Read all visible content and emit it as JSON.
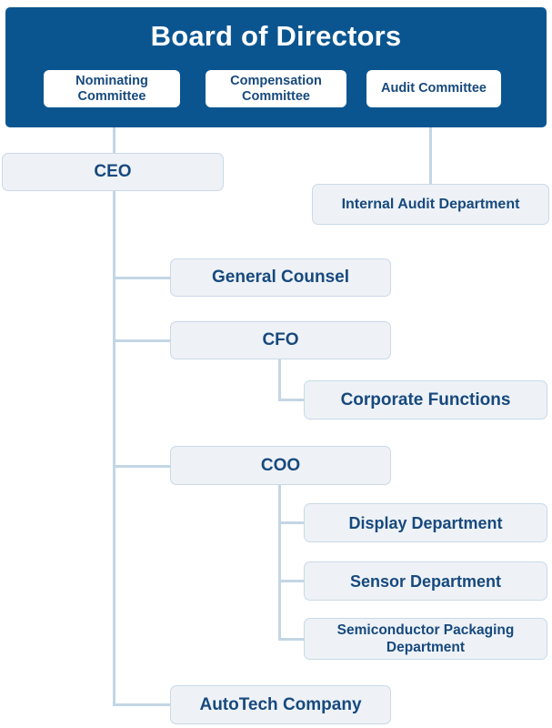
{
  "chart": {
    "type": "org-chart",
    "title": "Board of Directors",
    "colors": {
      "header_background": "#0a5590",
      "header_text": "#ffffff",
      "node_background": "#eef2f7",
      "node_border": "#c9d9e7",
      "node_text": "#17497d",
      "connector": "#c3d6e5",
      "page_background": "#ffffff"
    },
    "board": {
      "title": "Board of Directors",
      "committees": [
        {
          "label": "Nominating Committee"
        },
        {
          "label": "Compensation Committee"
        },
        {
          "label": "Audit Committee"
        }
      ]
    },
    "nodes": {
      "ceo": "CEO",
      "internal_audit": "Internal Audit Department",
      "general_counsel": "General Counsel",
      "cfo": "CFO",
      "corporate_functions": "Corporate Functions",
      "coo": "COO",
      "display_department": "Display Department",
      "sensor_department": "Sensor Department",
      "semiconductor_packaging": "Semiconductor Packaging Department",
      "autotech": "AutoTech Company"
    },
    "relationships": [
      {
        "parent": "Board of Directors",
        "child": "CEO"
      },
      {
        "parent": "Audit Committee",
        "child": "Internal Audit Department"
      },
      {
        "parent": "CEO",
        "child": "General Counsel"
      },
      {
        "parent": "CEO",
        "child": "CFO"
      },
      {
        "parent": "CEO",
        "child": "COO"
      },
      {
        "parent": "CEO",
        "child": "AutoTech Company"
      },
      {
        "parent": "CFO",
        "child": "Corporate Functions"
      },
      {
        "parent": "COO",
        "child": "Display Department"
      },
      {
        "parent": "COO",
        "child": "Sensor Department"
      },
      {
        "parent": "COO",
        "child": "Semiconductor Packaging Department"
      }
    ]
  }
}
